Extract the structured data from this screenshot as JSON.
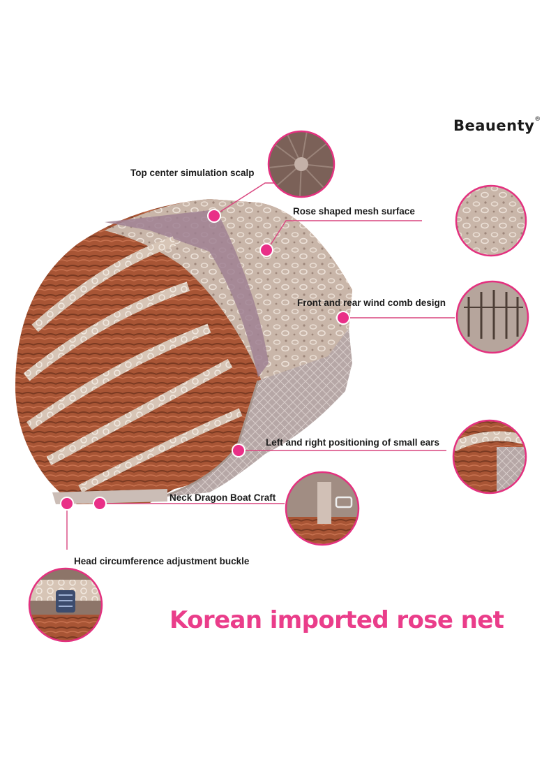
{
  "brand": {
    "name": "Beauenty",
    "mark": "®"
  },
  "colors": {
    "accent": "#ea3d8a",
    "hair": "#a65233",
    "lace": "#c8b3a6",
    "text": "#1c1c1c"
  },
  "callouts": [
    {
      "id": "top-center",
      "label": "Top center simulation scalp"
    },
    {
      "id": "rose-mesh",
      "label": "Rose shaped mesh surface"
    },
    {
      "id": "wind-comb",
      "label": "Front and rear wind comb design"
    },
    {
      "id": "small-ears",
      "label": "Left and right positioning of small ears"
    },
    {
      "id": "neck-boat",
      "label": "Neck Dragon Boat Craft"
    },
    {
      "id": "buckle",
      "label": "Head circumference adjustment buckle"
    }
  ],
  "headline": "Korean imported rose net"
}
